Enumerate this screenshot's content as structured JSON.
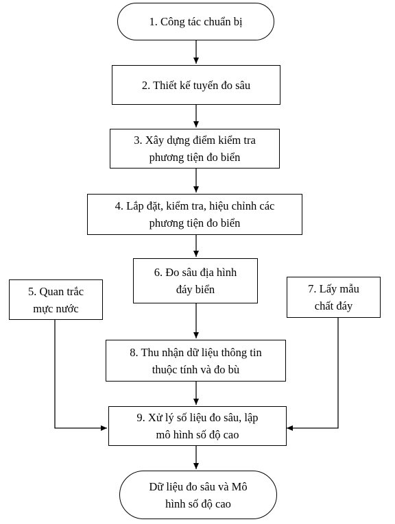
{
  "flowchart": {
    "start": "1. Công tác chuẩn bị",
    "step2": "2. Thiết kế tuyến đo sâu",
    "step3": "3. Xây dựng điểm kiểm tra\nphương tiện đo biển",
    "step4": "4. Lắp đặt, kiểm tra, hiệu chỉnh các\nphương tiện đo biển",
    "step5": "5. Quan trắc\nmực nước",
    "step6": "6. Đo sâu địa hình\nđáy biển",
    "step7": "7. Lấy mẫu\nchất đáy",
    "step8": "8. Thu nhận dữ liệu thông tin\nthuộc tính và đo bù",
    "step9": "9. Xử lý số liệu đo sâu, lập\nmô hình số độ cao",
    "end": "Dữ liệu đo sâu và Mô\nhình số độ cao"
  }
}
